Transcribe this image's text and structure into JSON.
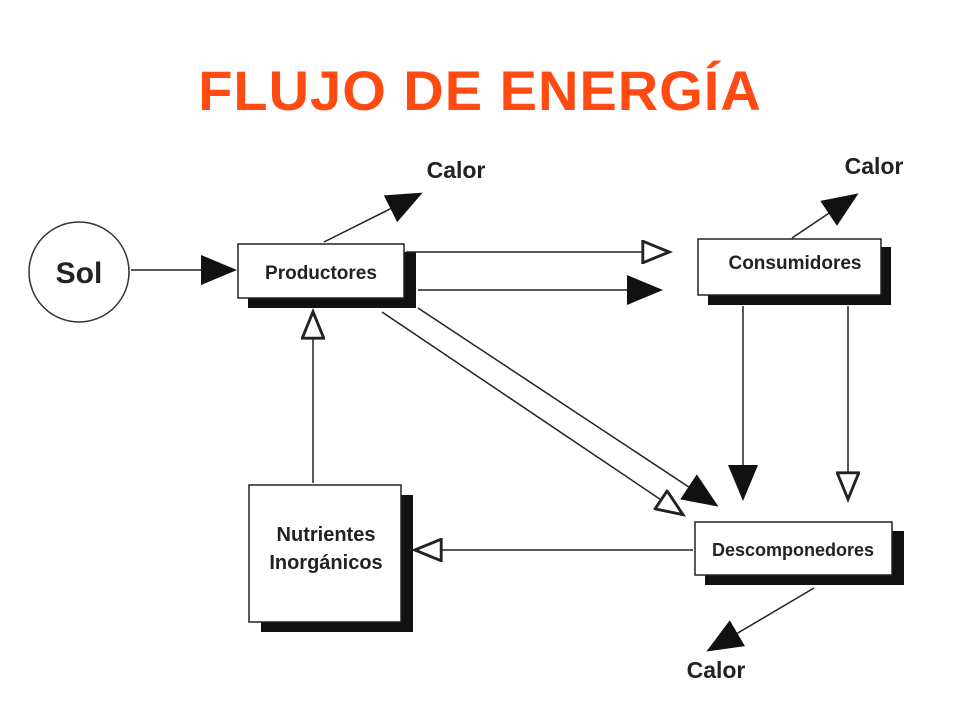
{
  "title": "FLUJO DE ENERGÍA",
  "colors": {
    "title": "#ff4a12",
    "ink": "#222222",
    "shadow": "#111111",
    "box_fill": "#ffffff"
  },
  "nodes": {
    "sol": "Sol",
    "productores": "Productores",
    "consumidores": "Consumidores",
    "descomponedores": "Descomponedores",
    "nutrientes_line1": "Nutrientes",
    "nutrientes_line2": "Inorgánicos"
  },
  "heat_labels": {
    "productores": "Calor",
    "consumidores": "Calor",
    "descomponedores": "Calor"
  }
}
